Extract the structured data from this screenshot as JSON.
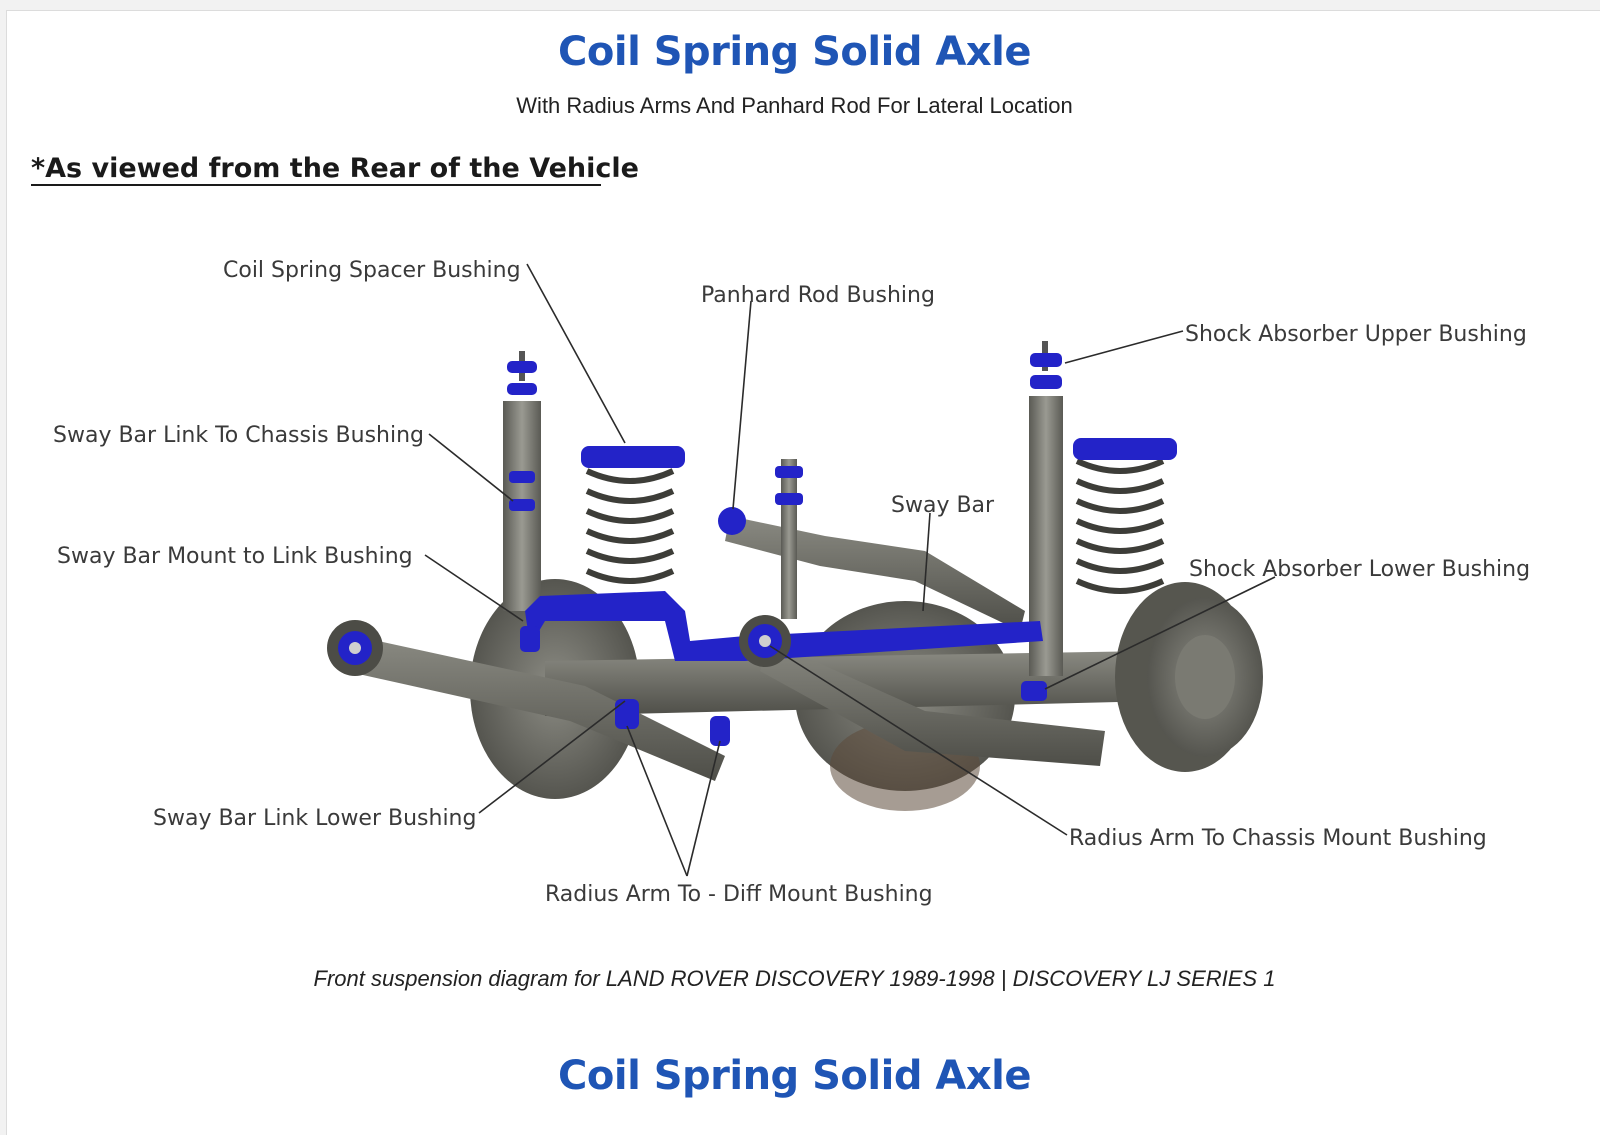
{
  "header": {
    "title": "Coil Spring Solid Axle",
    "subtitle": "With Radius Arms And Panhard Rod For Lateral Location"
  },
  "diagram": {
    "view_note": "*As viewed from the Rear of the Vehicle",
    "labels": {
      "coil_spring_spacer_bushing": "Coil Spring Spacer Bushing",
      "panhard_rod_bushing": "Panhard Rod Bushing",
      "shock_absorber_upper_bushing": "Shock Absorber Upper Bushing",
      "sway_bar_link_to_chassis_bushing": "Sway Bar Link To Chassis Bushing",
      "sway_bar": "Sway Bar",
      "sway_bar_mount_to_link_bushing": "Sway Bar Mount to Link Bushing",
      "shock_absorber_lower_bushing": "Shock Absorber Lower Bushing",
      "sway_bar_link_lower_bushing": "Sway Bar Link Lower Bushing",
      "radius_arm_to_chassis_mount_bushing": "Radius Arm To Chassis Mount Bushing",
      "radius_arm_to_diff_mount_bushing": "Radius Arm To - Diff Mount Bushing"
    },
    "colors": {
      "bushing": "#2323c8",
      "metal": "#6e6e66",
      "title": "#1f55b5"
    }
  },
  "caption": "Front suspension diagram for LAND ROVER DISCOVERY 1989-1998 | DISCOVERY LJ SERIES 1",
  "footer": {
    "title": "Coil Spring Solid Axle"
  }
}
